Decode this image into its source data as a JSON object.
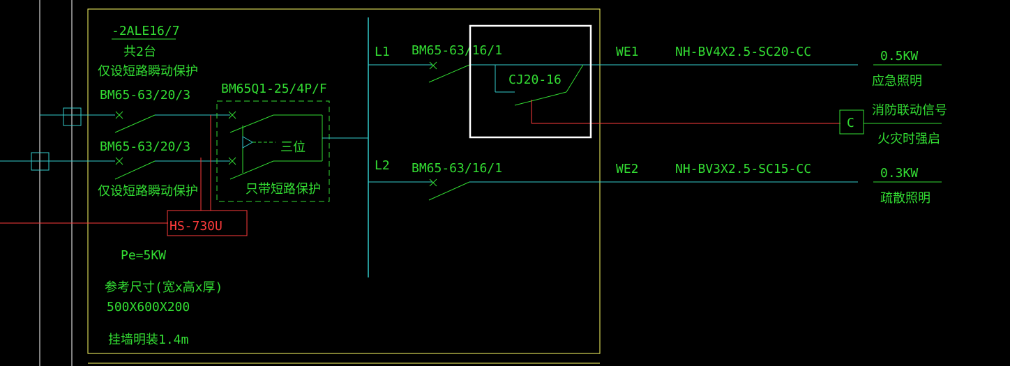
{
  "panel": {
    "designation": "-2ALE16/7",
    "quantity": "共2台",
    "note_top": "仅设短路瞬动保护",
    "breaker_top": "BM65-63/20/3",
    "breaker_bottom": "BM65-63/20/3",
    "note_bottom": "仅设短路瞬动保护",
    "ats_model": "BM65Q1-25/4P/F",
    "ats_label": "三位",
    "ats_note": "只带短路保护",
    "monitor": "HS-730U",
    "power": "Pe=5KW",
    "size_label": "参考尺寸(宽x高x厚)",
    "size_value": "500X600X200",
    "mounting": "挂墙明装1.4m"
  },
  "circuits": [
    {
      "phase": "L1",
      "breaker": "BM65-63/16/1",
      "contactor": "CJ20-16",
      "circuit_id": "WE1",
      "cable": "NH-BV4X2.5-SC20-CC",
      "load": "0.5KW",
      "load_name": "应急照明"
    },
    {
      "phase": "L2",
      "breaker": "BM65-63/16/1",
      "circuit_id": "WE2",
      "cable": "NH-BV3X2.5-SC15-CC",
      "load": "0.3KW",
      "load_name": "疏散照明"
    }
  ],
  "fire_link": {
    "symbol": "C",
    "label1": "消防联动信号",
    "label2": "火灾时强启"
  },
  "colors": {
    "frame": "#ffff66",
    "wire": "#33cccc",
    "text": "#33dd33",
    "red": "#ff3b3b",
    "highlight": "#ffffff"
  }
}
